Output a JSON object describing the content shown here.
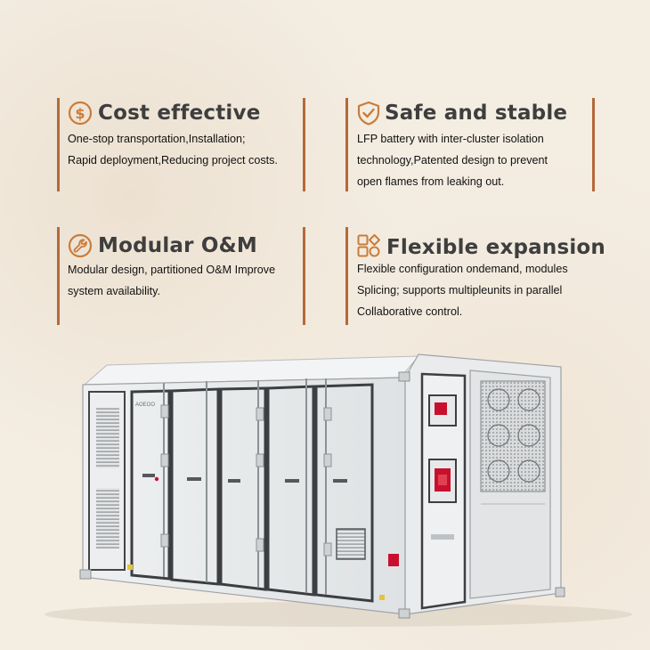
{
  "features": [
    {
      "title": "Cost effective",
      "icon": "dollar-coin-icon",
      "lines": [
        "One-stop transportation,Installation;",
        "Rapid deployment,Reducing project costs."
      ]
    },
    {
      "title": "Safe and stable",
      "icon": "shield-check-icon",
      "lines": [
        "LFP battery with inter-cluster isolation",
        "technology,Patented design to prevent",
        "open flames from leaking out."
      ]
    },
    {
      "title": "Modular O&M",
      "icon": "wrench-icon",
      "lines": [
        "Modular design, partitioned O&M Improve",
        "system availability."
      ]
    },
    {
      "title": "Flexible expansion",
      "icon": "shapes-icon",
      "lines": [
        "Flexible configuration ondemand, modules",
        "Splicing; supports multipleunits in parallel",
        "Collaborative control."
      ]
    }
  ],
  "container": {
    "brand_label": "AOEOO"
  },
  "colors": {
    "accent": "#b5693a",
    "background": "#f4ede2",
    "title": "#3e3e3e",
    "warning_red": "#c8102e"
  }
}
